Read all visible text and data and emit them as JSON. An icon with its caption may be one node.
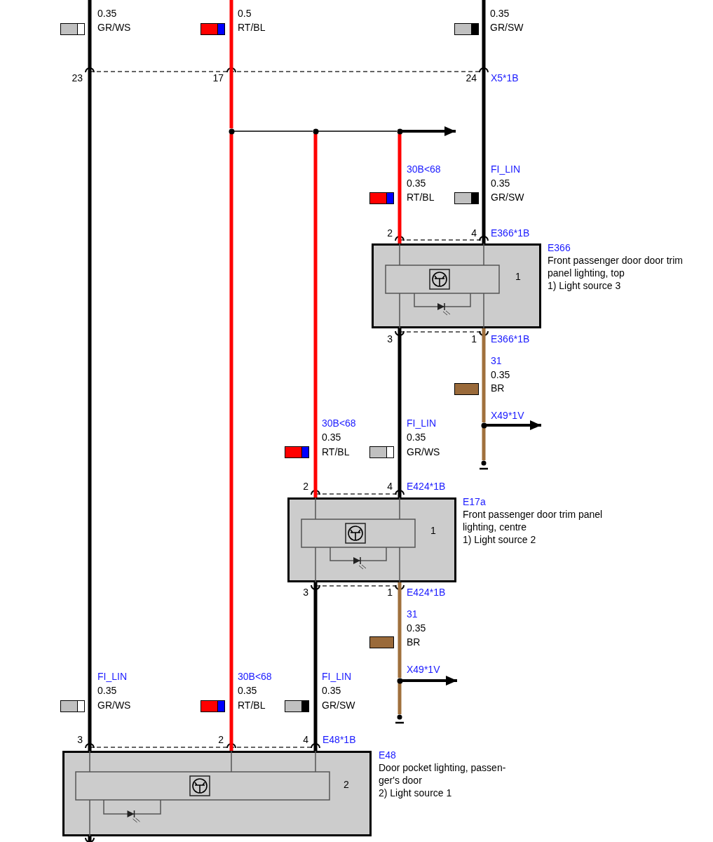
{
  "diagram": {
    "nodes": [
      {
        "text": [],
        "shape": "circle"
      },
      {
        "text": [],
        "shape": "circle"
      },
      {
        "text": [],
        "shape": "circle"
      },
      {
        "text": [
          "1"
        ],
        "beside": [
          "E366",
          "Front passenger door door trim panel lighting, top",
          "1) Light source 3"
        ]
      },
      {
        "text": [],
        "shape": "circle"
      },
      {
        "text": [],
        "shape": "circle"
      },
      {
        "text": [
          "1"
        ],
        "beside": [
          "E17a",
          "Front passenger door trim panel lighting, centre",
          "1) Light source 2"
        ]
      },
      {
        "text": [],
        "shape": "circle"
      },
      {
        "text": [],
        "shape": "circle"
      },
      {
        "text": [
          "2"
        ],
        "beside": [
          "E48",
          "Door pocket lighting, passen-ger's door",
          "2) Light source 1"
        ]
      }
    ],
    "edges": [
      {
        "from": null,
        "to": 0,
        "arrow": "none",
        "color": "#ff0000"
      },
      {
        "from": 0,
        "to": 9,
        "arrow": "none",
        "color": "#ff0000"
      },
      {
        "from": 0,
        "to": 1,
        "arrow": "none"
      },
      {
        "from": 1,
        "to": 6,
        "arrow": "none",
        "color": "#ff0000"
      },
      {
        "from": 1,
        "to": 2,
        "arrow": "none"
      },
      {
        "from": 2,
        "to": 3,
        "arrow": "none",
        "color": "#ff0000"
      },
      {
        "from": 2,
        "to": null,
        "arrow": "to"
      },
      {
        "from": null,
        "to": 9,
        "arrow": "none"
      },
      {
        "from": null,
        "to": 3,
        "arrow": "none"
      },
      {
        "from": 3,
        "to": 6,
        "arrow": "none"
      },
      {
        "from": 3,
        "to": 4,
        "arrow": "none",
        "color": "#a0703c"
      },
      {
        "from": 4,
        "to": 5,
        "arrow": "none",
        "color": "#a0703c"
      },
      {
        "from": 4,
        "to": null,
        "arrow": "to",
        "label": "X49*1V"
      },
      {
        "from": 6,
        "to": 9,
        "arrow": "none"
      },
      {
        "from": 6,
        "to": 7,
        "arrow": "none",
        "color": "#a0703c"
      },
      {
        "from": 7,
        "to": 8,
        "arrow": "none",
        "color": "#a0703c"
      },
      {
        "from": 7,
        "to": null,
        "arrow": "to",
        "label": "X49*1V"
      },
      {
        "from": 9,
        "to": null,
        "arrow": "none"
      }
    ],
    "labels": [
      "0.35",
      "GR/WS",
      "0.5",
      "RT/BL",
      "0.35",
      "GR/SW",
      "23",
      "17",
      "24",
      "X5*1B",
      "30B<68",
      "0.35",
      "RT/BL",
      "FI_LIN",
      "0.35",
      "GR/SW",
      "2",
      "4",
      "E366*1B",
      "3",
      "1",
      "E366*1B",
      "31",
      "0.35",
      "BR",
      "30B<68",
      "0.35",
      "RT/BL",
      "FI_LIN",
      "0.35",
      "GR/WS",
      "2",
      "4",
      "E424*1B",
      "3",
      "1",
      "E424*1B",
      "31",
      "0.35",
      "BR",
      "FI_LIN",
      "0.35",
      "GR/WS",
      "30B<68",
      "0.35",
      "RT/BL",
      "FI_LIN",
      "0.35",
      "GR/SW",
      "3",
      "2",
      "4",
      "E48*1B"
    ]
  }
}
